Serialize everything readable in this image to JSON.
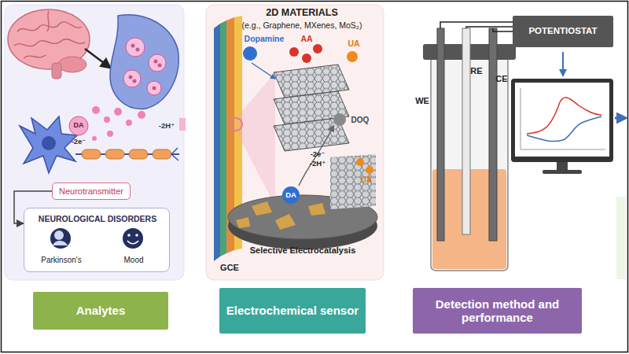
{
  "diagram": {
    "nodes": [
      {
        "text": [
          "Neurotransmitter"
        ]
      },
      {
        "text": [
          "NEUROLOGICAL DISORDERS",
          "Parkinson's",
          "Mood"
        ]
      },
      {
        "text": [
          "POTENTIOSTAT"
        ]
      },
      {
        "text": [
          "Analytes"
        ]
      },
      {
        "text": [
          "Electrochemical sensor"
        ]
      },
      {
        "text": [
          "Detection method and performance"
        ]
      }
    ],
    "edges": [
      {
        "from": 0,
        "to": 1,
        "arrow": "to"
      }
    ],
    "labels": [
      "DA",
      "-2e⁻",
      "-2H⁺",
      "2D MATERIALS",
      "(e.g., Graphene, MXenes, MoS₂)",
      "Dopamine",
      "AA",
      "UA",
      "-2e⁻",
      "-2H⁺",
      "DOQ",
      "UA",
      "DA",
      "GCE",
      "Selective Electrocatalysis",
      "WE",
      "RE",
      "CE"
    ]
  }
}
